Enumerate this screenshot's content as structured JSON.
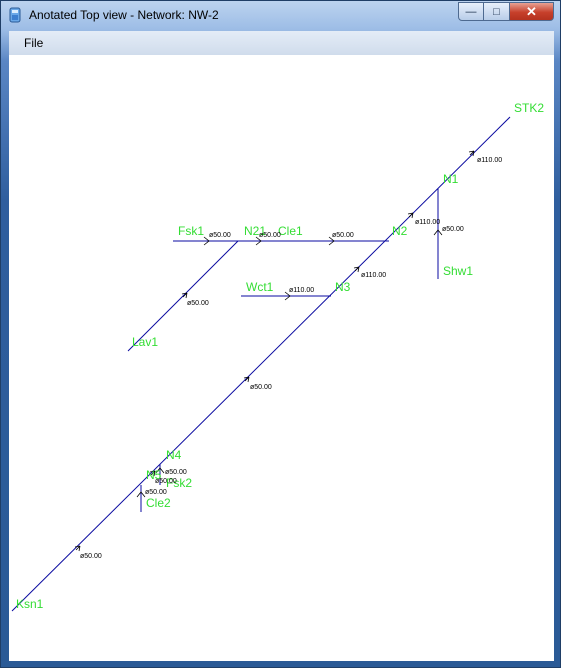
{
  "window": {
    "title": "Anotated Top view - Network: NW-2",
    "minimize_glyph": "—",
    "maximize_glyph": "□",
    "close_glyph": "✕"
  },
  "menu": {
    "file": "File"
  },
  "nodes": {
    "stk2": "STK2",
    "n1": "N1",
    "n2": "N2",
    "shw1": "Shw1",
    "fsk1": "Fsk1",
    "n21": "N21",
    "cle1": "Cle1",
    "wct1": "Wct1",
    "n3": "N3",
    "lav1": "Lav1",
    "n4": "N4",
    "n5": "N5",
    "fsk2": "Fsk2",
    "cle2": "Cle2",
    "ksn1": "Ksn1"
  },
  "pipes": {
    "d110_a": "ø110.00",
    "d110_b": "ø110.00",
    "d110_c": "ø110.00",
    "d110_d": "ø110.00",
    "d50_shw": "ø50.00",
    "d50_fsk": "ø50.00",
    "d50_n21": "ø50.00",
    "d50_cle1": "ø50.00",
    "d50_lav": "ø50.00",
    "d50_main": "ø50.00",
    "d50_n4": "ø50.00",
    "d50_fsk2": "ø50.00",
    "d50_cle2": "ø50.00",
    "d50_ksn": "ø50.00"
  }
}
